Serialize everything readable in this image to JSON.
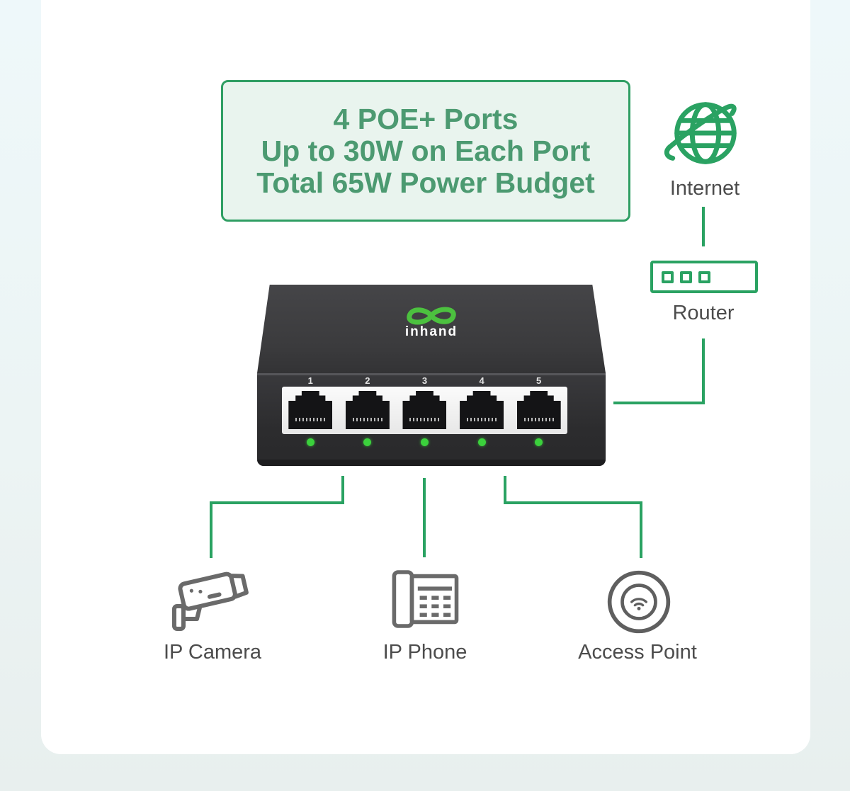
{
  "callout": {
    "line1": "4 POE+ Ports",
    "line2": "Up to 30W on Each Port",
    "line3": "Total 65W Power Budget"
  },
  "devices": {
    "internet": {
      "label": "Internet",
      "icon": "globe-icon"
    },
    "router": {
      "label": "Router",
      "icon": "router-icon"
    },
    "switch": {
      "brand": "inhand",
      "logo_icon": "infinity-icon",
      "port_labels": [
        "1",
        "2",
        "3",
        "4",
        "5"
      ],
      "led_count": 5
    },
    "ip_camera": {
      "label": "IP Camera",
      "icon": "cctv-camera-icon"
    },
    "ip_phone": {
      "label": "IP Phone",
      "icon": "desk-phone-icon"
    },
    "access_point": {
      "label": "Access Point",
      "icon": "wifi-ap-icon"
    }
  },
  "colors": {
    "accent_green": "#2aa262",
    "callout_text_green": "#4c9a71",
    "callout_bg": "#e9f4ee",
    "callout_border": "#2f9e63",
    "led_green": "#3bd13c",
    "logo_green": "#4cc13f",
    "label_gray": "#4c4c4c",
    "icon_gray": "#6a6a6a",
    "switch_body": "#2c2c2e",
    "card_bg": "#ffffff"
  }
}
